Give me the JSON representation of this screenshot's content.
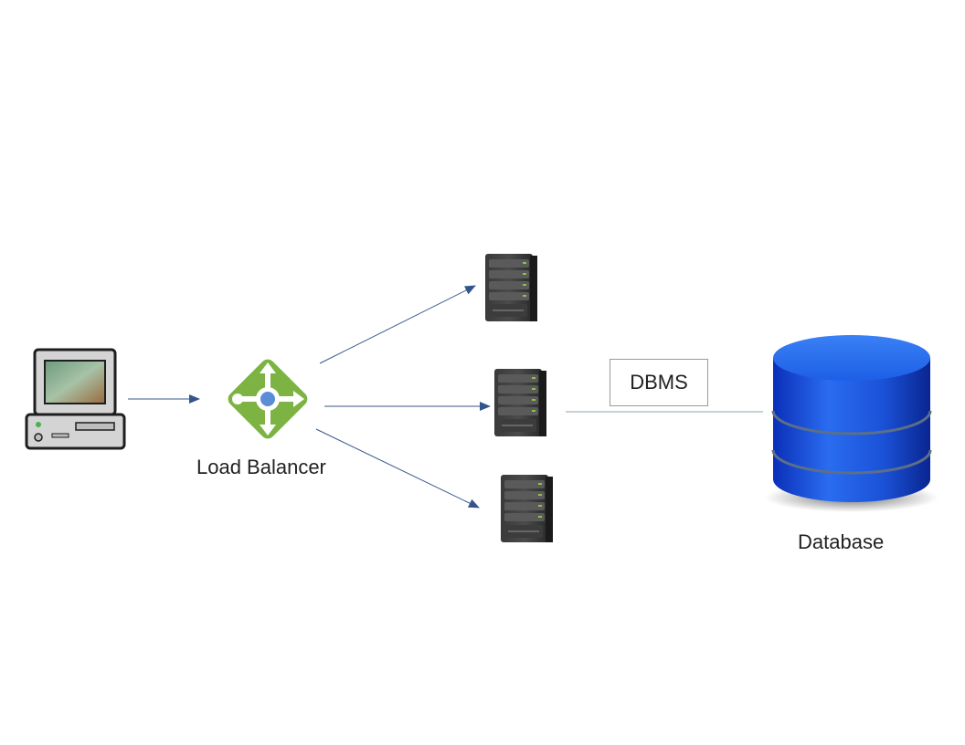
{
  "diagram": {
    "nodes": {
      "client": {
        "icon": "computer-icon"
      },
      "load_balancer": {
        "icon": "load-balancer-icon",
        "label": "Load Balancer"
      },
      "server_top": {
        "icon": "server-icon"
      },
      "server_middle": {
        "icon": "server-icon"
      },
      "server_bottom": {
        "icon": "server-icon"
      },
      "database": {
        "icon": "database-icon",
        "label": "Database"
      }
    },
    "connections": [
      {
        "from": "client",
        "to": "load_balancer",
        "arrow": true
      },
      {
        "from": "load_balancer",
        "to": "server_top",
        "arrow": true
      },
      {
        "from": "load_balancer",
        "to": "server_middle",
        "arrow": true
      },
      {
        "from": "load_balancer",
        "to": "server_bottom",
        "arrow": true
      },
      {
        "from": "server_middle",
        "to": "database",
        "arrow": false,
        "label": "DBMS"
      }
    ],
    "colors": {
      "arrow": "#34558b",
      "line": "#90a4ae",
      "load_balancer": "#7cb342",
      "database": "#1a5fe0",
      "server": "#2f2f2f"
    }
  }
}
